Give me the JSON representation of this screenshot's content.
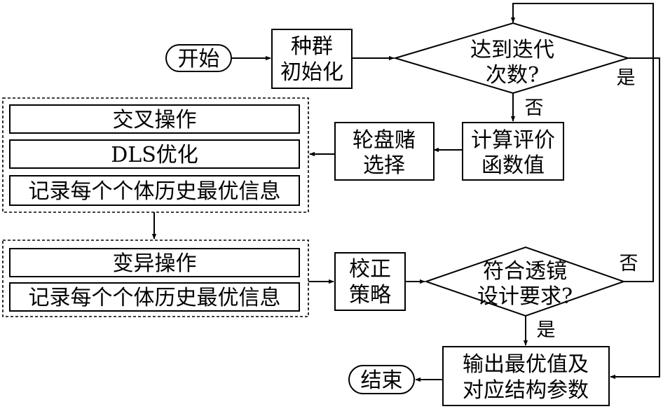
{
  "flowchart": {
    "start": "开始",
    "init": [
      "种群",
      "初始化"
    ],
    "iter_check": [
      "达到迭代",
      "次数?"
    ],
    "eval": [
      "计算评价",
      "函数值"
    ],
    "roulette": [
      "轮盘赌",
      "选择"
    ],
    "crossover": "交叉操作",
    "dls": "DLS优化",
    "record_1": "记录每个个体历史最优信息",
    "mutation": "变异操作",
    "record_2": "记录每个个体历史最优信息",
    "correction": [
      "校正",
      "策略"
    ],
    "lens_check": [
      "符合透镜",
      "设计要求?"
    ],
    "output": [
      "输出最优值及",
      "对应结构参数"
    ],
    "end": "结束"
  },
  "edge_labels": {
    "iter_yes": "是",
    "iter_no": "否",
    "lens_no": "否",
    "lens_yes": "是"
  }
}
